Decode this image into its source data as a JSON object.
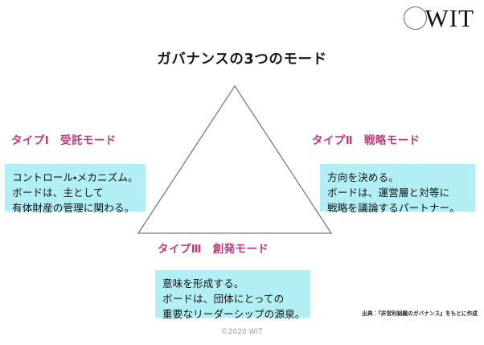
{
  "logo": {
    "ring_icon": "circle-outline-icon",
    "wordmark": "WIT"
  },
  "title": "ガバナンスの3つのモード",
  "diagram": {
    "shape": "triangle-outline",
    "stroke_color": "#7a7a7a",
    "accent_pink": "#c2397c",
    "box_fill_cyan": "#b2eff4"
  },
  "modes": [
    {
      "label": "タイプⅠ　受託モード",
      "lines": [
        "コントロール・メカニズム。",
        "ボードは、主として",
        "有体財産の管理に関わる。"
      ]
    },
    {
      "label": "タイプⅡ　戦略モード",
      "lines": [
        "方向を決める。",
        "ボードは、運営層と対等に",
        "戦略を議論するパートナー。"
      ]
    },
    {
      "label": "タイプⅢ　創発モード",
      "lines": [
        "意味を形成する。",
        "ボードは、団体にとっての",
        "重要なリーダーシップの源泉。"
      ]
    }
  ],
  "source_note": "出典：『非営利組織のガバナンス』をもとに作成",
  "footer": {
    "copyright": "©2020 WIT"
  }
}
